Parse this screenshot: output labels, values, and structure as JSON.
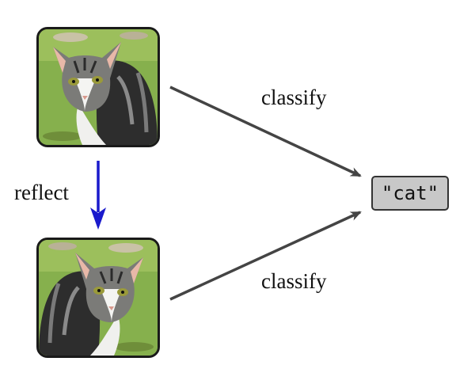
{
  "edges": {
    "classify_top": "classify",
    "classify_bottom": "classify",
    "reflect": "reflect"
  },
  "output": {
    "label": "\"cat\""
  },
  "colors": {
    "classify_arrow": "#444444",
    "reflect_arrow": "#1a1acc",
    "output_fill": "#c8c8c8",
    "output_border": "#333333",
    "card_border": "#1a1a1a"
  },
  "images": {
    "top": "cat-photo",
    "bottom": "cat-photo-mirrored"
  }
}
